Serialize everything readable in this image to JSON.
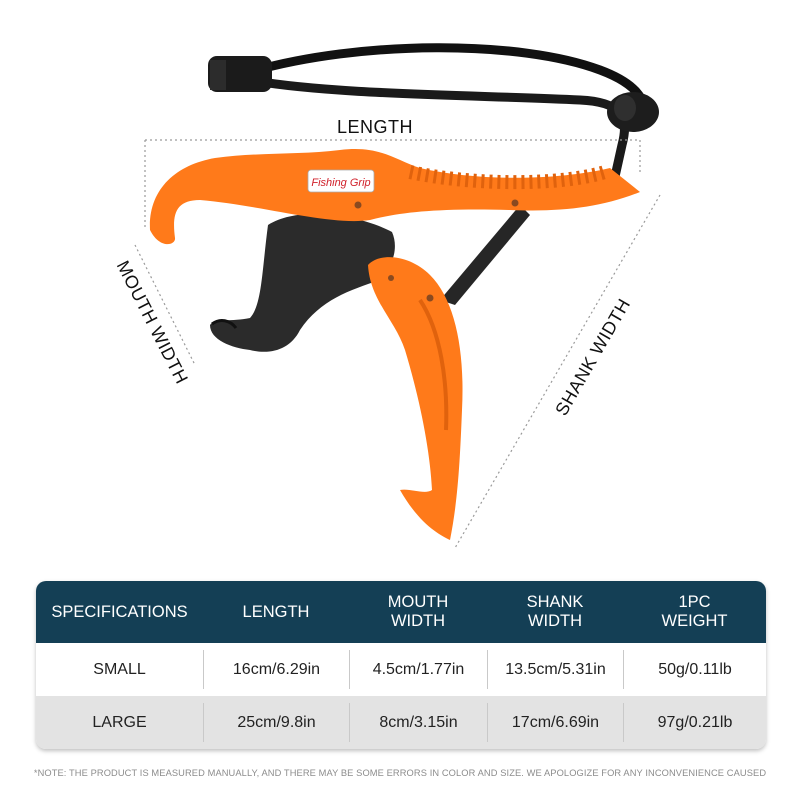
{
  "product": {
    "brand_logo_text": "Fishing Grip",
    "colors": {
      "body": "#ff7a1a",
      "jaw": "#2a2a2a",
      "table_header": "#143f55"
    }
  },
  "dimensions": {
    "length_label": "LENGTH",
    "mouth_width_label": "MOUTH WIDTH",
    "shank_width_label": "SHANK WIDTH"
  },
  "table": {
    "headers": [
      "SPECIFICATIONS",
      "LENGTH",
      "MOUTH\nWIDTH",
      "SHANK\nWIDTH",
      "1PC\nWEIGHT"
    ],
    "rows": [
      [
        "SMALL",
        "16cm/6.29in",
        "4.5cm/1.77in",
        "13.5cm/5.31in",
        "50g/0.11lb"
      ],
      [
        "LARGE",
        "25cm/9.8in",
        "8cm/3.15in",
        "17cm/6.69in",
        "97g/0.21lb"
      ]
    ]
  },
  "note": "*NOTE: THE PRODUCT IS MEASURED MANUALLY, AND THERE MAY BE SOME ERRORS IN COLOR AND SIZE. WE APOLOGIZE FOR ANY INCONVENIENCE CAUSED"
}
